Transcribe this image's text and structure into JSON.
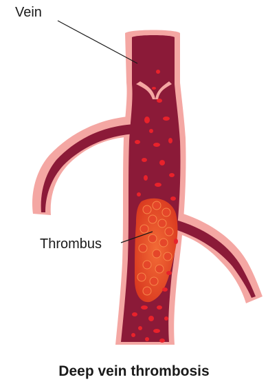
{
  "labels": {
    "vein": "Vein",
    "thrombus": "Thrombus"
  },
  "caption": "Deep vein thrombosis",
  "colors": {
    "vessel_wall": "#f4a7a3",
    "vessel_inner": "#8b1a38",
    "red_cell": "#e8222b",
    "clot": "#ea5a2c"
  },
  "icons": {
    "vein": "vein-illustration",
    "clot": "thrombus-clot"
  }
}
